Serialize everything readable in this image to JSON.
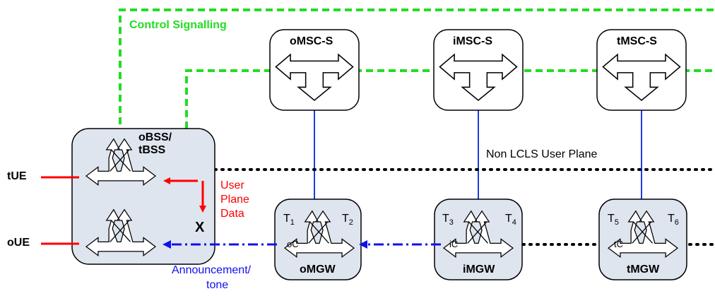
{
  "labels": {
    "control_signalling": "Control Signalling",
    "non_lcls": "Non LCLS User Plane",
    "user_plane_data": [
      "User",
      "Plane",
      "Data"
    ],
    "announcement": [
      "Announcement/",
      "tone"
    ],
    "x_mark": "X"
  },
  "endpoints": {
    "tue": "tUE",
    "oue": "oUE"
  },
  "bss": {
    "name_line1": "oBSS/",
    "name_line2": "tBSS"
  },
  "msc": {
    "o": "oMSC-S",
    "i": "iMSC-S",
    "t": "tMSC-S"
  },
  "mgw": {
    "o": {
      "name": "oMGW",
      "t_left": "T",
      "t_left_sub": "1",
      "t_right": "T",
      "t_right_sub": "2",
      "ctx": "oC"
    },
    "i": {
      "name": "iMGW",
      "t_left": "T",
      "t_left_sub": "3",
      "t_right": "T",
      "t_right_sub": "4",
      "ctx": "iC"
    },
    "t": {
      "name": "tMGW",
      "t_left": "T",
      "t_left_sub": "5",
      "t_right": "T",
      "t_right_sub": "6",
      "ctx": "tC"
    }
  },
  "colors": {
    "control": "#22dd22",
    "user_data": "#ff0000",
    "announcement": "#1010ee",
    "mgw_link": "#1a3cdd",
    "box_fill": "#dfe5ef",
    "text_dark": "#000000"
  }
}
